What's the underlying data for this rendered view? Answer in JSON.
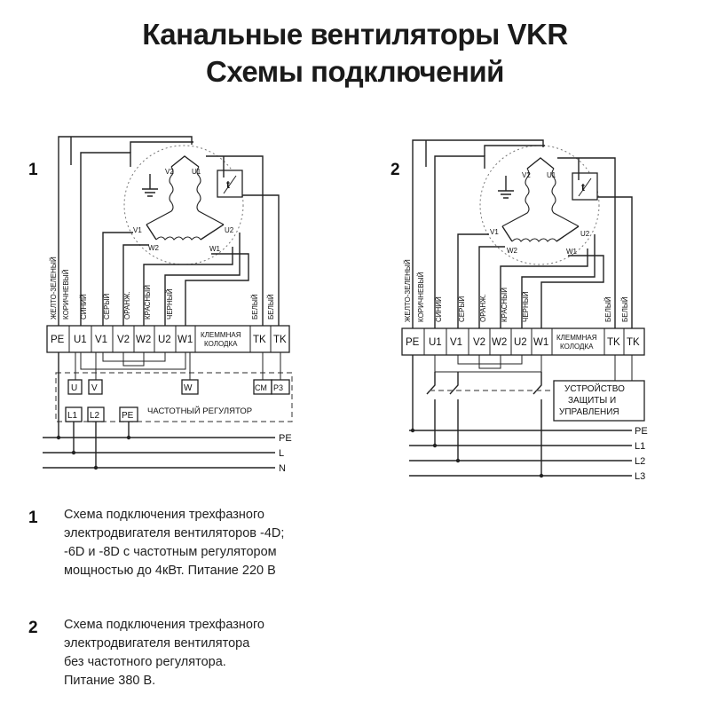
{
  "title": {
    "line1": "Канальные вентиляторы VKR",
    "line2": "Схемы подключений"
  },
  "diagram1": {
    "number": "1",
    "wire_colors": [
      "ЖЕЛТО-ЗЕЛЕНЫЙ",
      "КОРИЧНЕВЫЙ",
      "СИНИЙ",
      "СЕРЫЙ",
      "ОРАНЖ.",
      "КРАСНЫЙ",
      "ЧЕРНЫЙ",
      "БЕЛЫЙ",
      "БЕЛЫЙ"
    ],
    "terminals": [
      "PE",
      "U1",
      "V1",
      "V2",
      "W2",
      "U2",
      "W1",
      "TK",
      "TK"
    ],
    "terminal_block_label": [
      "КЛЕММНАЯ",
      "КОЛОДКА"
    ],
    "motor_labels": [
      "V2",
      "U1",
      "V1",
      "U2",
      "W2",
      "W1"
    ],
    "thermo_symbol": "t",
    "controller_terminals_top": [
      "U",
      "V",
      "W",
      "СМ",
      "Р3"
    ],
    "controller_terminals_bottom": [
      "L1",
      "L2",
      "PE"
    ],
    "controller_label": "ЧАСТОТНЫЙ РЕГУЛЯТОР",
    "buses": [
      "PE",
      "L",
      "N"
    ]
  },
  "diagram2": {
    "number": "2",
    "wire_colors": [
      "ЖЕЛТО-ЗЕЛЕНЫЙ",
      "КОРИЧНЕВЫЙ",
      "СИНИЙ",
      "СЕРЫЙ",
      "ОРАНЖ.",
      "КРАСНЫЙ",
      "ЧЕРНЫЙ",
      "БЕЛЫЙ",
      "БЕЛЫЙ"
    ],
    "terminals": [
      "PE",
      "U1",
      "V1",
      "V2",
      "W2",
      "U2",
      "W1",
      "TK",
      "TK"
    ],
    "terminal_block_label": [
      "КЛЕММНАЯ",
      "КОЛОДКА"
    ],
    "motor_labels": [
      "V2",
      "U1",
      "V1",
      "U2",
      "W2",
      "W1"
    ],
    "thermo_symbol": "t",
    "protection_label": [
      "УСТРОЙСТВО",
      "ЗАЩИТЫ И",
      "УПРАВЛЕНИЯ"
    ],
    "buses": [
      "PE",
      "L1",
      "L2",
      "L3"
    ]
  },
  "descriptions": [
    {
      "number": "1",
      "lines": [
        "Схема подключения трехфазного",
        "электродвигателя вентиляторов -4D;",
        "-6D и -8D с частотным регулятором",
        "мощностью до 4кВт. Питание 220 В"
      ]
    },
    {
      "number": "2",
      "lines": [
        "Схема подключения трехфазного",
        "электродвигателя вентилятора",
        "без частотного регулятора.",
        "Питание 380 В."
      ]
    }
  ]
}
